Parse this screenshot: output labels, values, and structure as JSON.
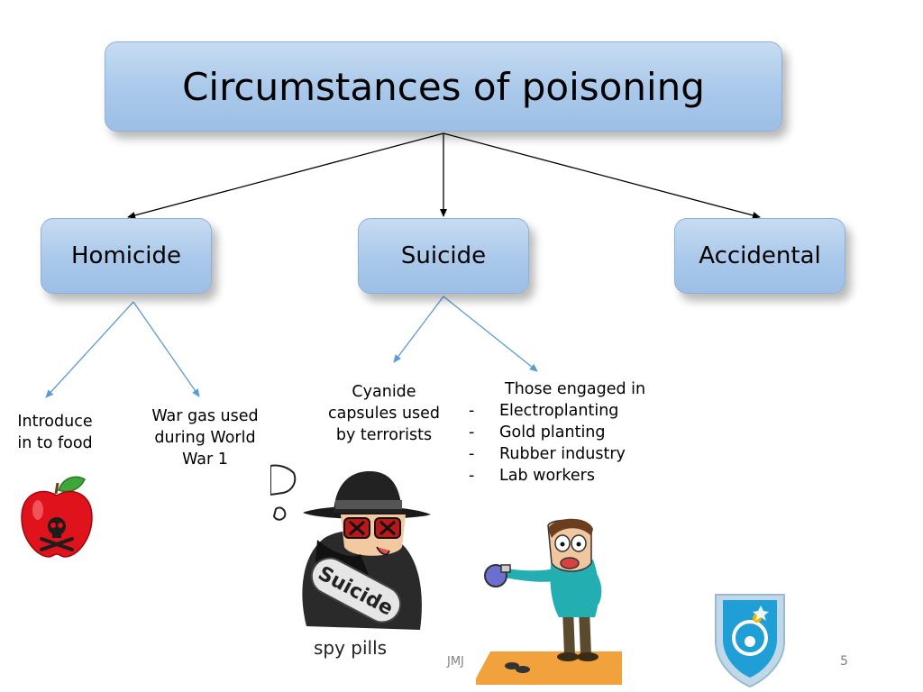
{
  "title": "Circumstances of poisoning",
  "categories": {
    "homicide": "Homicide",
    "suicide": "Suicide",
    "accidental": "Accidental"
  },
  "leaves": {
    "introduce_food": [
      "Introduce",
      "in to food"
    ],
    "war_gas": [
      "War gas used",
      "during World",
      "War 1"
    ],
    "cyanide": [
      "Cyanide",
      "capsules used",
      "by terrorists"
    ],
    "engaged": {
      "heading": "Those engaged in",
      "items": [
        {
          "dash": "-",
          "label": "Electroplanting"
        },
        {
          "dash": "-",
          "label": "Gold planting"
        },
        {
          "dash": "-",
          "label": "Rubber industry"
        },
        {
          "dash": "-",
          "label": "Lab workers"
        }
      ]
    }
  },
  "images": {
    "pill_label": "Suicide",
    "spy_caption": "spy pills"
  },
  "footer": {
    "author": "JMJ",
    "page": "5"
  },
  "colors": {
    "box_fill": "#a9c8ea",
    "arrow_black": "#000000",
    "arrow_blue": "#5b9bd5"
  }
}
